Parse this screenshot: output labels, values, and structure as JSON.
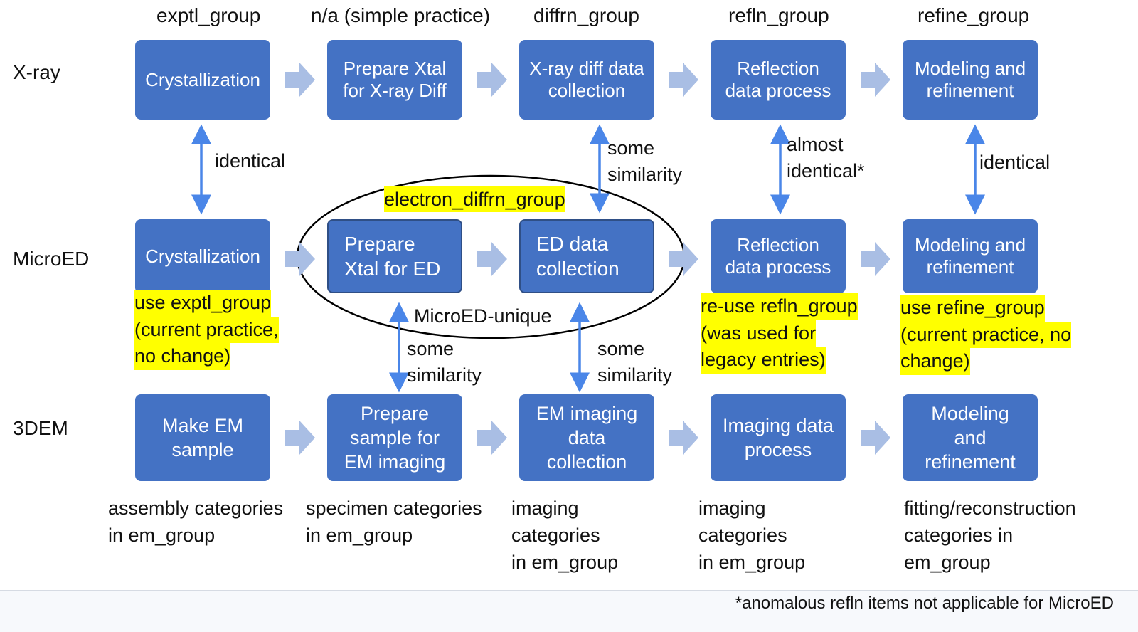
{
  "headers": [
    "exptl_group",
    "n/a (simple practice)",
    "diffrn_group",
    "refln_group",
    "refine_group"
  ],
  "rows": {
    "xray": {
      "label": "X-ray",
      "boxes": [
        "Crystallization",
        "Prepare Xtal\nfor X-ray Diff",
        "X-ray diff data\ncollection",
        "Reflection\ndata process",
        "Modeling and\nrefinement"
      ]
    },
    "microed": {
      "label": "MicroED",
      "boxes": [
        "Crystallization",
        "Prepare\nXtal for ED",
        "ED data\ncollection",
        "Reflection\ndata process",
        "Modeling and\nrefinement"
      ]
    },
    "em3d": {
      "label": "3DEM",
      "boxes": [
        "Make EM\nsample",
        "Prepare\nsample for\nEM imaging",
        "EM imaging\ndata\ncollection",
        "Imaging data\nprocess",
        "Modeling\nand\nrefinement"
      ]
    }
  },
  "connectors_top": [
    "identical",
    "some\nsimilarity",
    "almost\nidentical*",
    "identical"
  ],
  "connectors_bottom": [
    "some\nsimilarity",
    "some\nsimilarity"
  ],
  "highlights": {
    "electron_group": "electron_diffrn_group",
    "exptl": [
      "use exptl_group",
      "(current practice,",
      "no change)"
    ],
    "refln": [
      "re-use refln_group",
      "(was used for",
      "legacy entries)"
    ],
    "refine": [
      "use refine_group",
      "(current practice, no",
      "change)"
    ]
  },
  "microed_unique": "MicroED-unique",
  "bottom_notes": [
    "assembly categories\nin em_group",
    "specimen categories\nin em_group",
    "imaging\ncategories\nin em_group",
    "imaging\ncategories\nin em_group",
    "fitting/reconstruction\ncategories in\nem_group"
  ],
  "footnote": "*anomalous refln items not applicable for MicroED",
  "colors": {
    "box": "#4472C4",
    "arrow_flow": "#A9BEE4",
    "arrow_link": "#4A86E8",
    "highlight": "#FFFF00"
  }
}
